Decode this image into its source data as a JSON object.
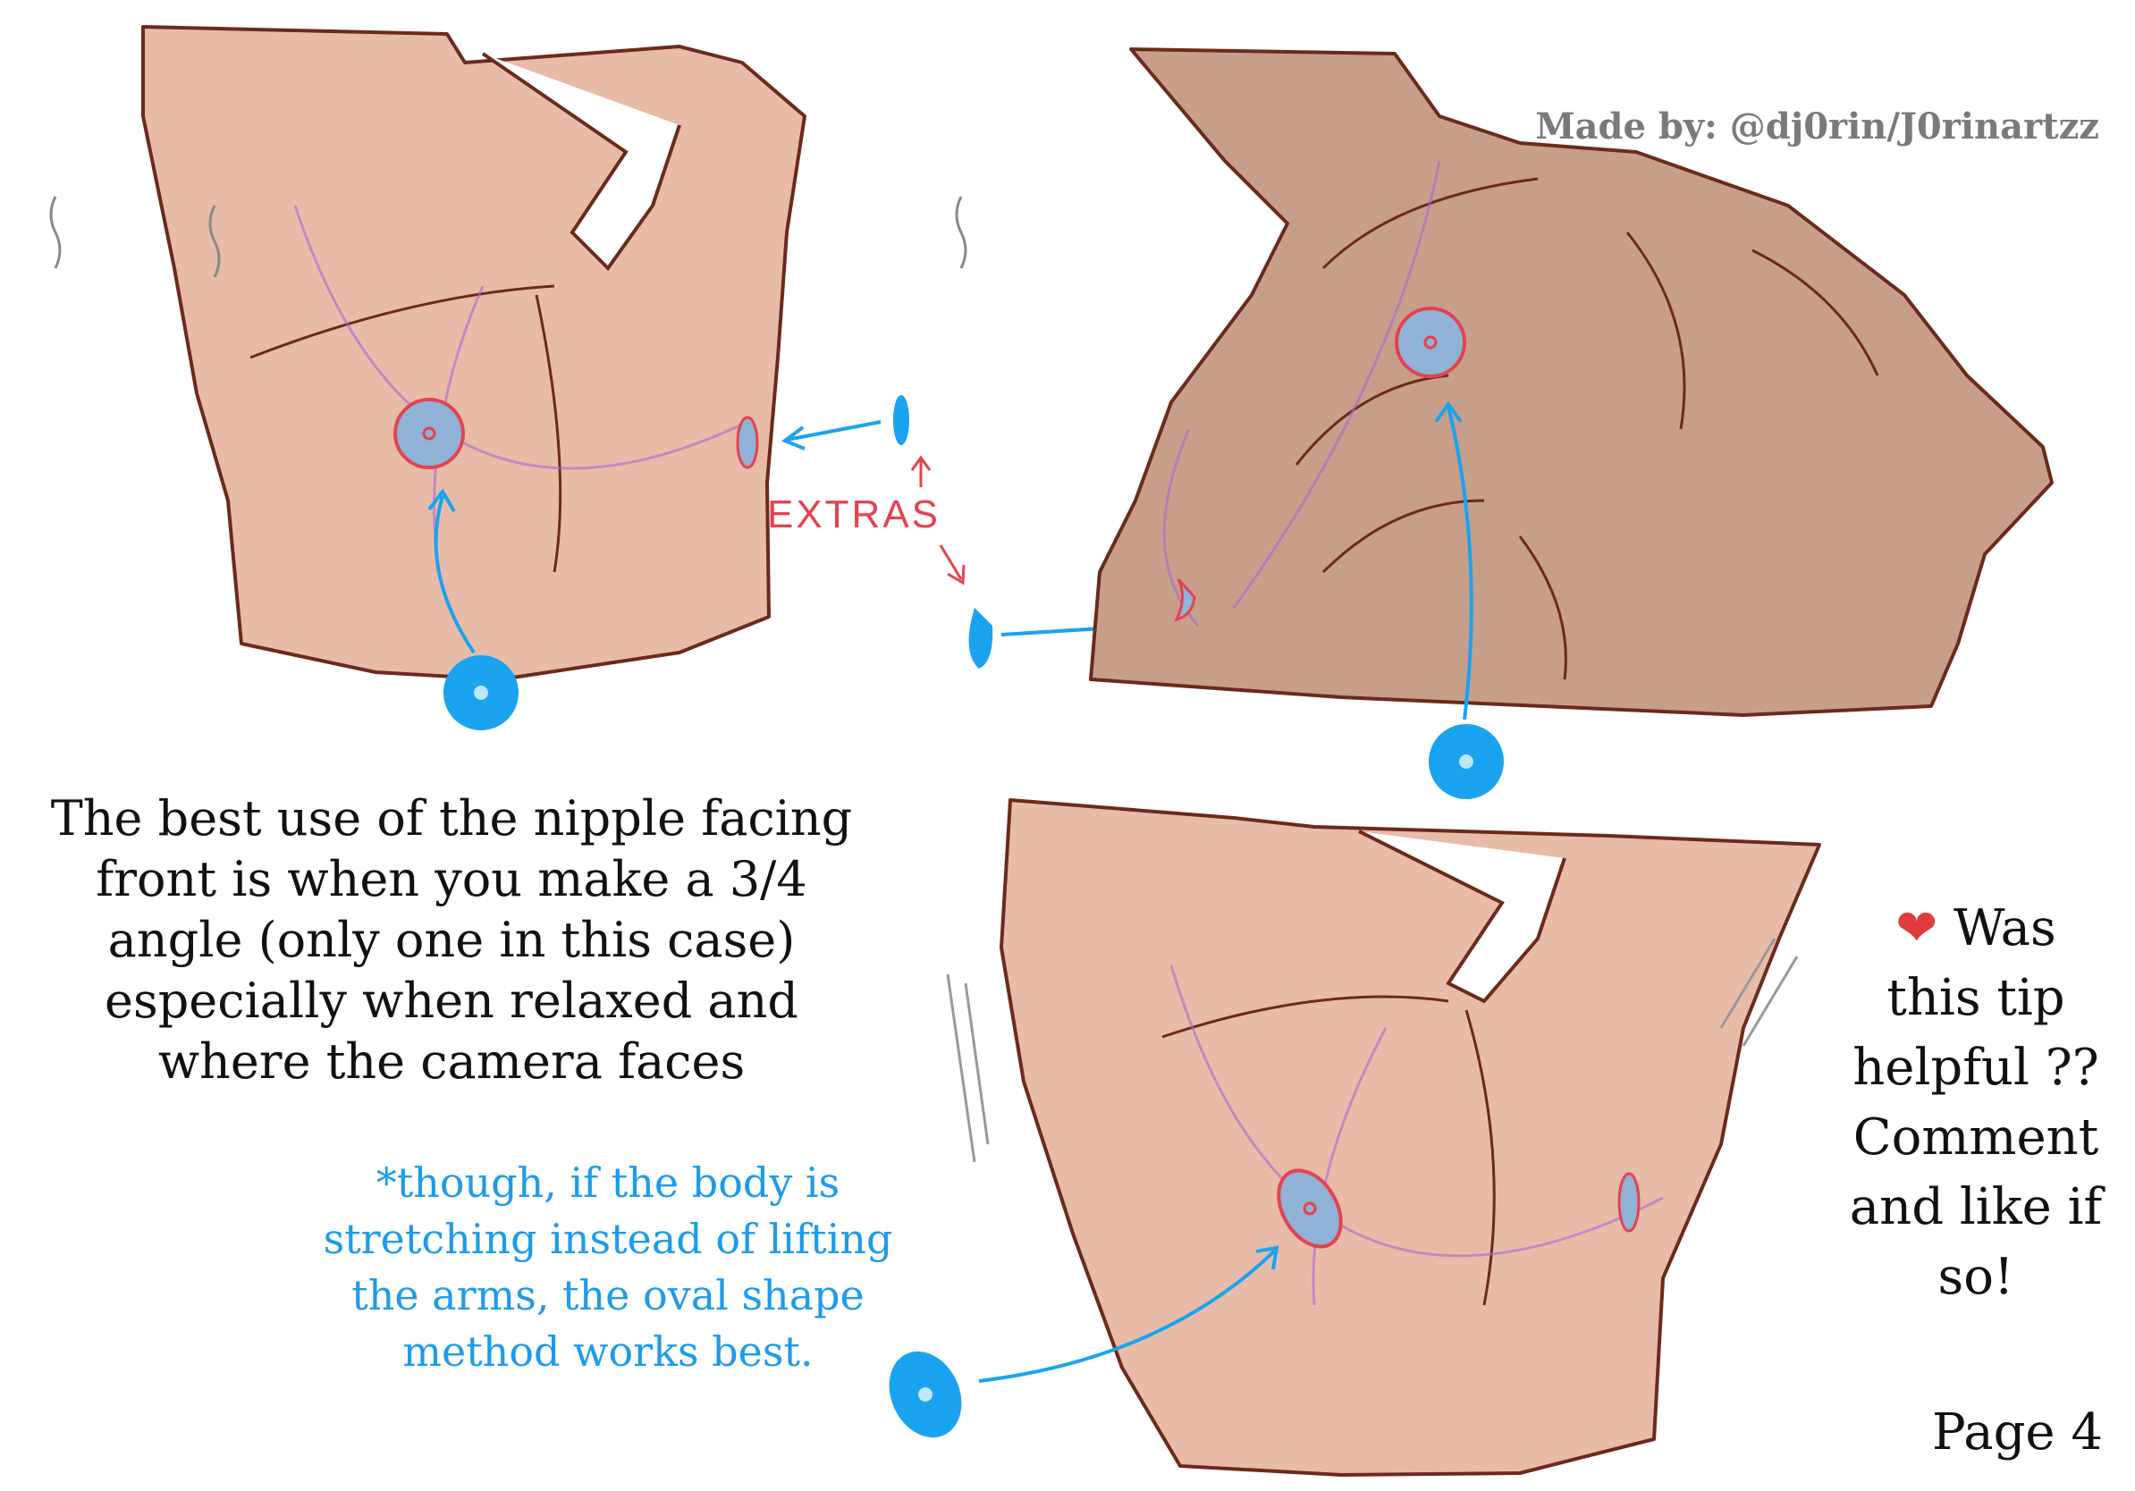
{
  "credit": "Made by: @dj0rin/J0rinartzz",
  "annotation": "EXTRAS",
  "main_text": [
    "The best use of the nipple facing",
    "front is when you make a 3/4",
    "angle (only one in this case)",
    "especially when relaxed and",
    "where the camera faces"
  ],
  "side_note": [
    "*though, if the body is",
    "stretching instead of lifting",
    "the arms, the oval shape",
    "method works best."
  ],
  "cta": {
    "icon": "heart-icon",
    "lines": [
      "Was",
      "this tip",
      "helpful ??",
      "Comment",
      "and like if",
      "so!"
    ]
  },
  "page_label": "Page 4",
  "colors": {
    "skin_light": "#e8bba9",
    "skin_dark": "#c79e8a",
    "outline": "#6b2a1c",
    "marker_blue": "#1aa3ef",
    "guide_purple": "#a46ad0",
    "accent_red": "#e6414f",
    "side_note_text": "#1e9be8",
    "credit_text": "#7a7a7a"
  }
}
